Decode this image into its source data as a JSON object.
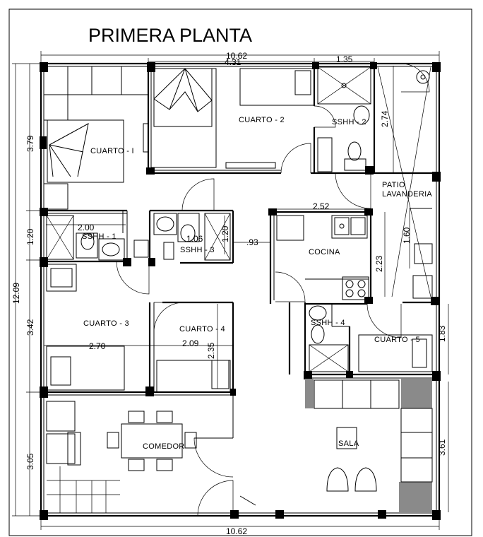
{
  "title": "PRIMERA PLANTA",
  "rooms": {
    "cuarto1": "CUARTO - I",
    "cuarto2": "CUARTO - 2",
    "cuarto3": "CUARTO - 3",
    "cuarto4": "CUARTO - 4",
    "cuarto5": "CUARTO - 5",
    "sshh1": "SSHH - 1",
    "sshh2": "SSHH - 2",
    "sshh3": "SSHH - 3",
    "sshh4": "SSHH - 4",
    "patio_line1": "PATIO",
    "patio_line2": "LAVANDERIA",
    "cocina": "COCINA",
    "comedor": "COMEDOR",
    "sala": "SALA"
  },
  "dimensions": {
    "top_total": "10.62",
    "top_cuarto2": "4.31",
    "top_sshh2": "1.35",
    "bottom_total": "10.62",
    "left_total": "12.09",
    "left_cuarto1": "3.79",
    "left_sshh1": "1.20",
    "left_cuarto3": "3.42",
    "left_comedor": "3.05",
    "sshh2_height": "2.74",
    "sshh1_width": "2.00",
    "sshh3_width": "1.06",
    "sshh3_height": "1.20",
    "passage": ".93",
    "cocina_width": "2.52",
    "patio_width": "1.60",
    "cocina_height": "2.23",
    "cuarto3_width": "2.70",
    "cuarto4_width": "2.09",
    "cuarto4_height": "2.35",
    "cuarto5_height": "1.83",
    "sala_height": "3.61"
  }
}
